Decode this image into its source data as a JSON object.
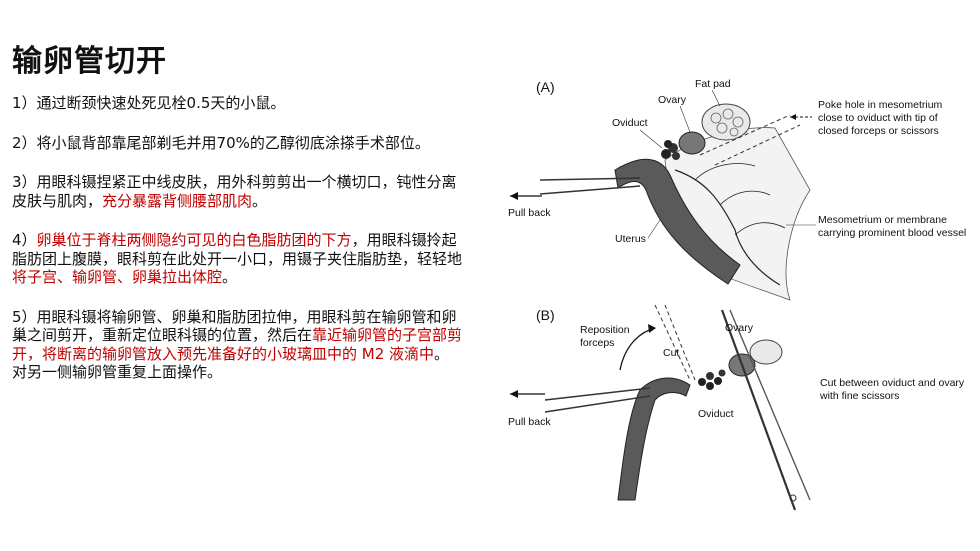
{
  "title": "输卵管切开",
  "steps": [
    {
      "segments": [
        {
          "text": "1）通过断颈快速处死见栓0.5天的小鼠。",
          "red": false
        }
      ]
    },
    {
      "segments": [
        {
          "text": "2）将小鼠背部靠尾部剃毛并用70%的乙醇彻底涂搽手术部位。",
          "red": false
        }
      ]
    },
    {
      "segments": [
        {
          "text": "3）用眼科镊捏紧正中线皮肤，用外科剪剪出一个横切口，钝性分离皮肤与肌肉，",
          "red": false
        },
        {
          "text": "充分暴露背侧腰部肌肉",
          "red": true
        },
        {
          "text": "。",
          "red": false
        }
      ]
    },
    {
      "segments": [
        {
          "text": "4）",
          "red": false
        },
        {
          "text": "卵巢位于脊柱两侧隐约可见的白色脂肪团的下方",
          "red": true
        },
        {
          "text": "，用眼科镊拎起脂肪团上腹膜，眼科剪在此处开一小口，用镊子夹住脂肪垫，轻轻地",
          "red": false
        },
        {
          "text": "将子宫、输卵管、卵巢拉出体腔",
          "red": true
        },
        {
          "text": "。",
          "red": false
        }
      ]
    },
    {
      "segments": [
        {
          "text": "5）用眼科镊将输卵管、卵巢和脂肪团拉伸，用眼科剪在输卵管和卵巢之间剪开，重新定位眼科镊的位置，然后在",
          "red": false
        },
        {
          "text": "靠近输卵管的子宫部剪开，将断离的输卵管放入预先准备好的小玻璃皿中的 M2 液滴中",
          "red": true
        },
        {
          "text": "。对另一侧输卵管重复上面操作。",
          "red": false
        }
      ]
    }
  ],
  "figure": {
    "panel_a": {
      "label": "(A)",
      "fat_pad": "Fat pad",
      "ovary": "Ovary",
      "oviduct": "Oviduct",
      "pull_back": "Pull back",
      "uterus": "Uterus",
      "note_poke": [
        "Poke hole in mesometrium",
        "close to oviduct with tip of",
        "closed forceps or scissors"
      ],
      "note_meso": [
        "Mesometrium or membrane",
        "carrying prominent blood vessel"
      ]
    },
    "panel_b": {
      "label": "(B)",
      "reposition": [
        "Reposition",
        "forceps"
      ],
      "cut": "Cut",
      "ovary": "Ovary",
      "oviduct": "Oviduct",
      "pull_back": "Pull back",
      "note_cut": [
        "Cut between oviduct and ovary",
        "with fine scissors"
      ]
    }
  },
  "colors": {
    "red": "#c00000",
    "text": "#111111"
  }
}
